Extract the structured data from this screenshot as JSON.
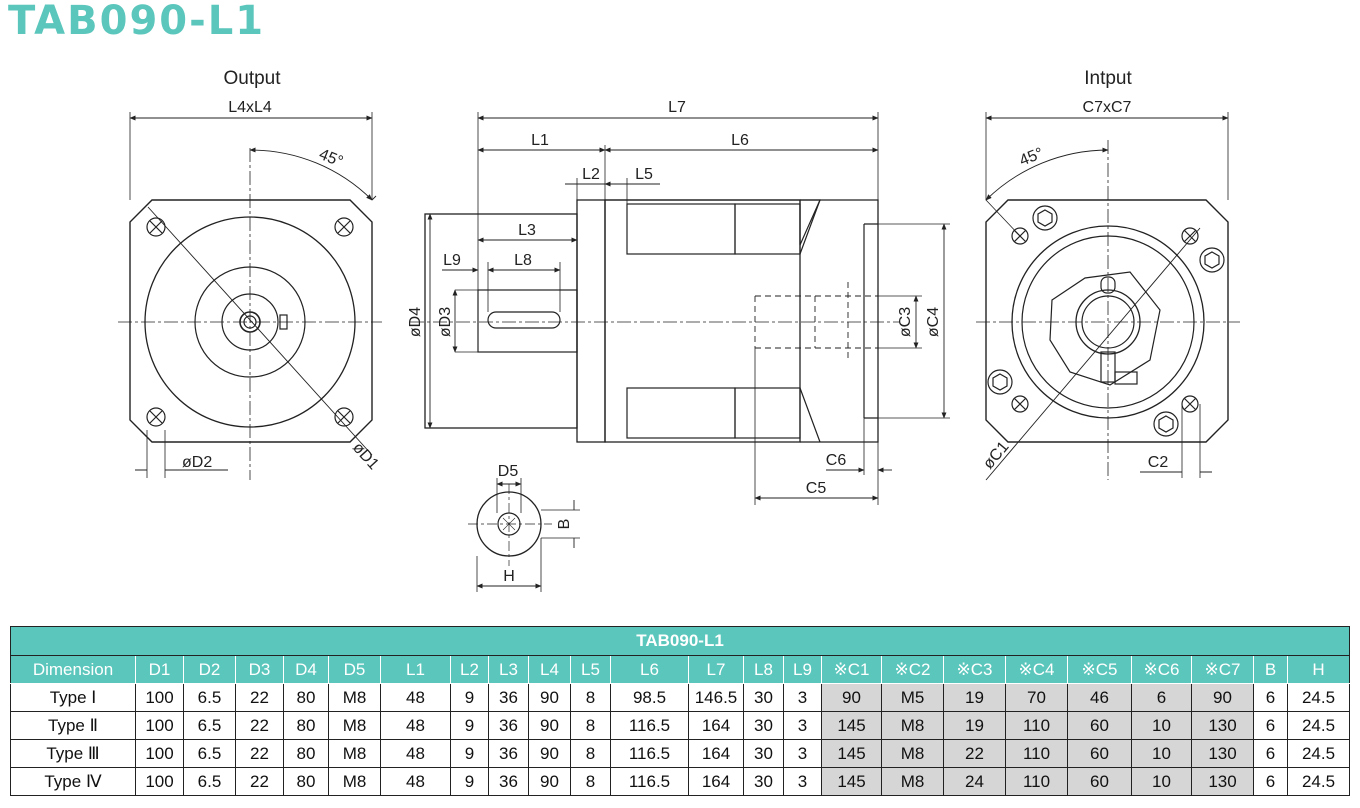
{
  "title": "TAB090-L1",
  "colors": {
    "accent": "#5bc6bc",
    "shade": "#d6d6d6",
    "line": "#222222"
  },
  "drawing": {
    "output_view": {
      "label": "Output",
      "square_dim": "L4xL4",
      "angle": "45°",
      "hole_dim": "øD2",
      "circle_dim": "øD1"
    },
    "side_view": {
      "dims": [
        "L7",
        "L1",
        "L6",
        "L2",
        "L5",
        "L3",
        "L9",
        "L8",
        "øD4",
        "øD3",
        "øC3",
        "øC4",
        "C6",
        "C5"
      ]
    },
    "input_view": {
      "label": "Intput",
      "square_dim": "C7xC7",
      "angle": "45°",
      "circle_dim": "øC1",
      "offset_dim": "C2"
    },
    "key_view": {
      "dims": [
        "D5",
        "B",
        "H"
      ]
    }
  },
  "table": {
    "banner": "TAB090-L1",
    "headers": [
      "Dimension",
      "D1",
      "D2",
      "D3",
      "D4",
      "D5",
      "L1",
      "L2",
      "L3",
      "L4",
      "L5",
      "L6",
      "L7",
      "L8",
      "L9",
      "※C1",
      "※C2",
      "※C3",
      "※C4",
      "※C5",
      "※C6",
      "※C7",
      "B",
      "H"
    ],
    "rows": [
      [
        "Type Ⅰ",
        "100",
        "6.5",
        "22",
        "80",
        "M8",
        "48",
        "9",
        "36",
        "90",
        "8",
        "98.5",
        "146.5",
        "30",
        "3",
        "90",
        "M5",
        "19",
        "70",
        "46",
        "6",
        "90",
        "6",
        "24.5"
      ],
      [
        "Type Ⅱ",
        "100",
        "6.5",
        "22",
        "80",
        "M8",
        "48",
        "9",
        "36",
        "90",
        "8",
        "116.5",
        "164",
        "30",
        "3",
        "145",
        "M8",
        "19",
        "110",
        "60",
        "10",
        "130",
        "6",
        "24.5"
      ],
      [
        "Type Ⅲ",
        "100",
        "6.5",
        "22",
        "80",
        "M8",
        "48",
        "9",
        "36",
        "90",
        "8",
        "116.5",
        "164",
        "30",
        "3",
        "145",
        "M8",
        "22",
        "110",
        "60",
        "10",
        "130",
        "6",
        "24.5"
      ],
      [
        "Type Ⅳ",
        "100",
        "6.5",
        "22",
        "80",
        "M8",
        "48",
        "9",
        "36",
        "90",
        "8",
        "116.5",
        "164",
        "30",
        "3",
        "145",
        "M8",
        "24",
        "110",
        "60",
        "10",
        "130",
        "6",
        "24.5"
      ]
    ]
  }
}
